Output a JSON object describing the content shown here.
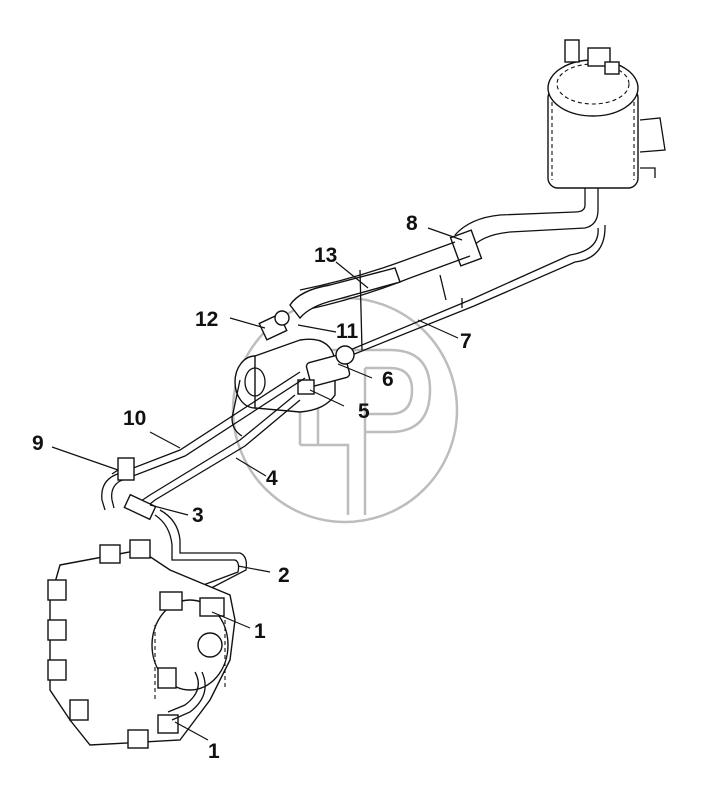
{
  "callouts": [
    {
      "id": "c8",
      "label": "8"
    },
    {
      "id": "c13",
      "label": "13"
    },
    {
      "id": "c12",
      "label": "12"
    },
    {
      "id": "c11",
      "label": "11"
    },
    {
      "id": "c7",
      "label": "7"
    },
    {
      "id": "c6",
      "label": "6"
    },
    {
      "id": "c5",
      "label": "5"
    },
    {
      "id": "c10",
      "label": "10"
    },
    {
      "id": "c9",
      "label": "9"
    },
    {
      "id": "c4",
      "label": "4"
    },
    {
      "id": "c3",
      "label": "3"
    },
    {
      "id": "c2",
      "label": "2"
    },
    {
      "id": "c1a",
      "label": "1"
    },
    {
      "id": "c1b",
      "label": "1"
    }
  ],
  "colors": {
    "line": "#111111",
    "watermark": "#bdbdbd",
    "background": "#ffffff"
  }
}
